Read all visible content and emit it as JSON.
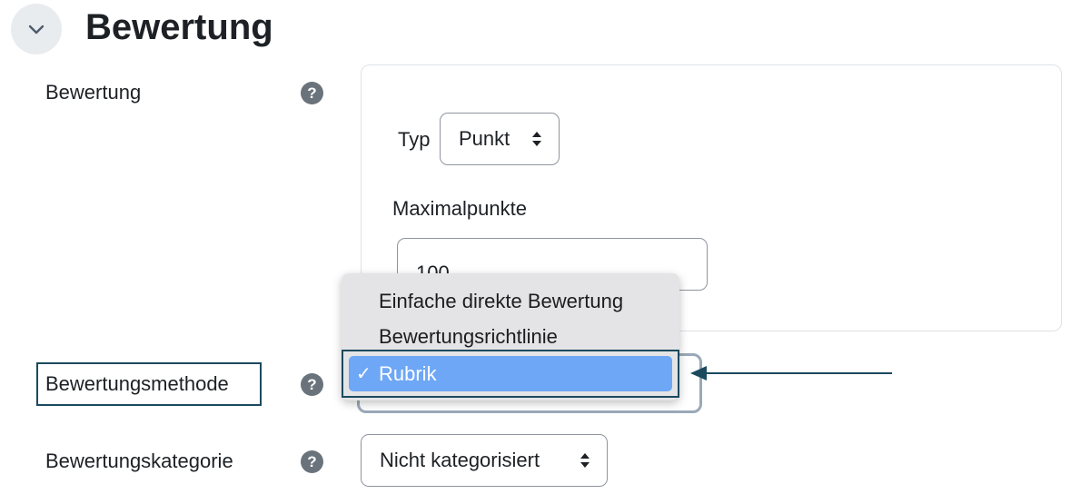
{
  "section": {
    "title": "Bewertung",
    "collapse_icon": "chevron-down-icon"
  },
  "fields": {
    "grade": {
      "label": "Bewertung",
      "help_icon": "?"
    },
    "method": {
      "label": "Bewertungsmethode",
      "help_icon": "?"
    },
    "category": {
      "label": "Bewertungskategorie",
      "help_icon": "?"
    }
  },
  "grade_group": {
    "type_label": "Typ",
    "type_value": "Punkt",
    "max_label": "Maximalpunkte",
    "max_value": "100"
  },
  "method_dropdown": {
    "options": [
      "Einfache direkte Bewertung",
      "Bewertungsrichtlinie",
      "Rubrik"
    ],
    "selected": "Rubrik",
    "check": "✓"
  },
  "category_select": {
    "value": "Nicht kategorisiert"
  },
  "colors": {
    "highlight_border": "#1b4a5e",
    "selected_option_bg": "#6ea7f6",
    "help_icon_bg": "#6a737b"
  }
}
